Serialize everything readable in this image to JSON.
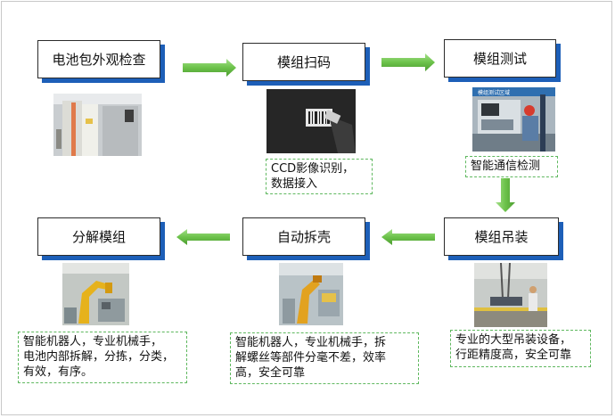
{
  "steps": {
    "inspect": "电池包外观检查",
    "scan": "模组扫码",
    "test": "模组测试",
    "hoist": "模组吊装",
    "unshell": "自动拆壳",
    "disassemble": "分解模组"
  },
  "notes": {
    "scan": [
      "CCD影像识别，",
      "数据接入"
    ],
    "test": [
      "智能通信检测"
    ],
    "hoist": [
      "专业的大型吊装设备，",
      "行距精度高，安全可靠"
    ],
    "unshell": [
      "智能机器人，专业机械手，拆",
      "解螺丝等部件分毫不差，效率",
      "高，安全可靠"
    ],
    "disassemble": [
      "智能机器人，专业机械手，",
      "电池内部拆解，分拣，分类，",
      "有效，有序。"
    ]
  },
  "photo_signs": {
    "test": "模组测试区域"
  },
  "colors": {
    "shadow": "#1d5fb8",
    "arrow": "#6cc24a",
    "note_border": "#5fb85f"
  }
}
